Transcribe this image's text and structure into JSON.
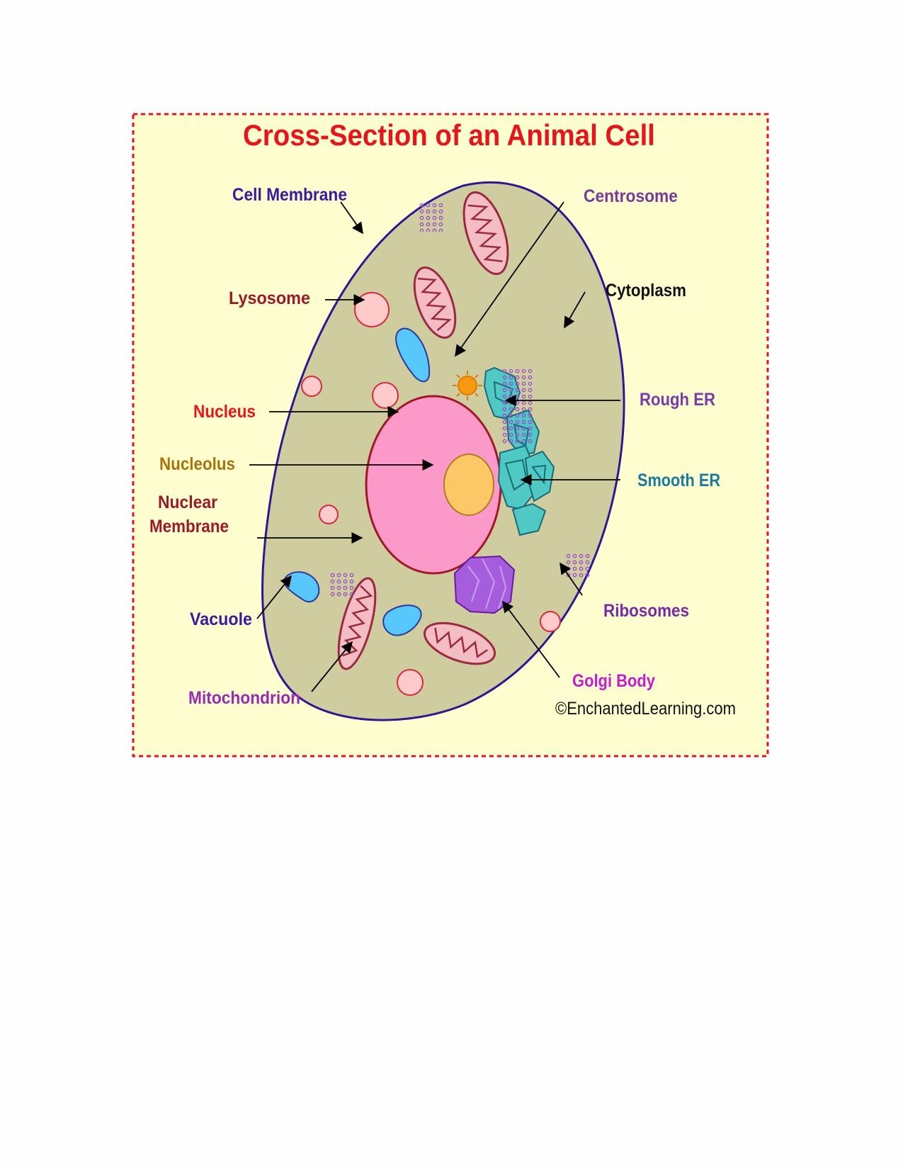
{
  "title": "Cross-Section of an Animal Cell",
  "credit": "©EnchantedLearning.com",
  "colors": {
    "frame_border": "#e8141c",
    "background": "#fefdd0",
    "title": "#e8141c",
    "cytoplasm": "#cfcd9f",
    "cell_membrane": "#2b1a8f",
    "nucleus": "#fb9ac9",
    "nuclear_membrane": "#a01828",
    "nucleolus": "#fcc867",
    "lysosome": "#fecaca",
    "vacuole": "#58c8fc",
    "mitochondrion": "#f4bdc4",
    "golgi": "#a55ddc",
    "er": "#50c8c4",
    "centrosome": "#f59a10"
  },
  "labels": {
    "cell_membrane": {
      "text": "Cell Membrane",
      "color": "#3a1a9c"
    },
    "centrosome": {
      "text": "Centrosome",
      "color": "#7a3a9a"
    },
    "lysosome": {
      "text": "Lysosome",
      "color": "#9a1a2a"
    },
    "cytoplasm": {
      "text": "Cytoplasm",
      "color": "#111111"
    },
    "nucleus": {
      "text": "Nucleus",
      "color": "#e8141c"
    },
    "rough_er": {
      "text": "Rough ER",
      "color": "#7a3aa8"
    },
    "nucleolus": {
      "text": "Nucleolus",
      "color": "#a8740c"
    },
    "smooth_er": {
      "text": "Smooth ER",
      "color": "#1a7aa0"
    },
    "nuclear_membrane_line1": {
      "text": "Nuclear",
      "color": "#9a1a2a"
    },
    "nuclear_membrane_line2": {
      "text": "Membrane",
      "color": "#9a1a2a"
    },
    "vacuole": {
      "text": "Vacuole",
      "color": "#3a1a9c"
    },
    "ribosomes": {
      "text": "Ribosomes",
      "color": "#7a2aa0"
    },
    "golgi_body": {
      "text": "Golgi Body",
      "color": "#c81ccc"
    },
    "mitochondrion": {
      "text": "Mitochondrion",
      "color": "#9a2ab0"
    }
  },
  "icons": [
    "arrow-icon",
    "centrosome-icon",
    "ribosome-cluster-icon"
  ]
}
